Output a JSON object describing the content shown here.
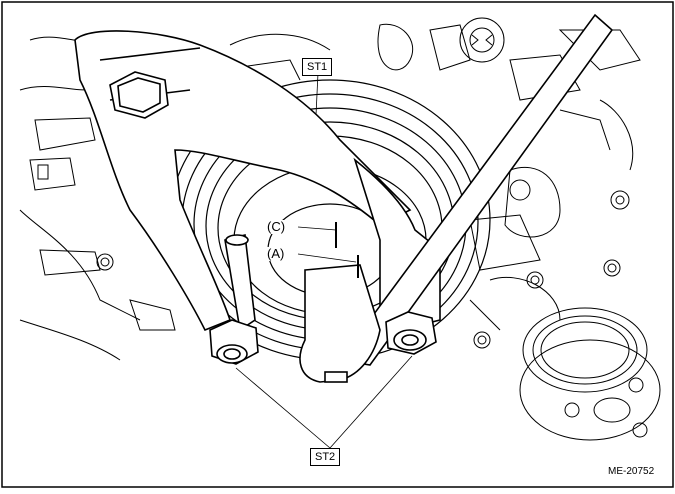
{
  "labels": {
    "st1": "ST1",
    "st2": "ST2",
    "c": "(C)",
    "a": "(A)"
  },
  "figure_code": "ME-20752"
}
